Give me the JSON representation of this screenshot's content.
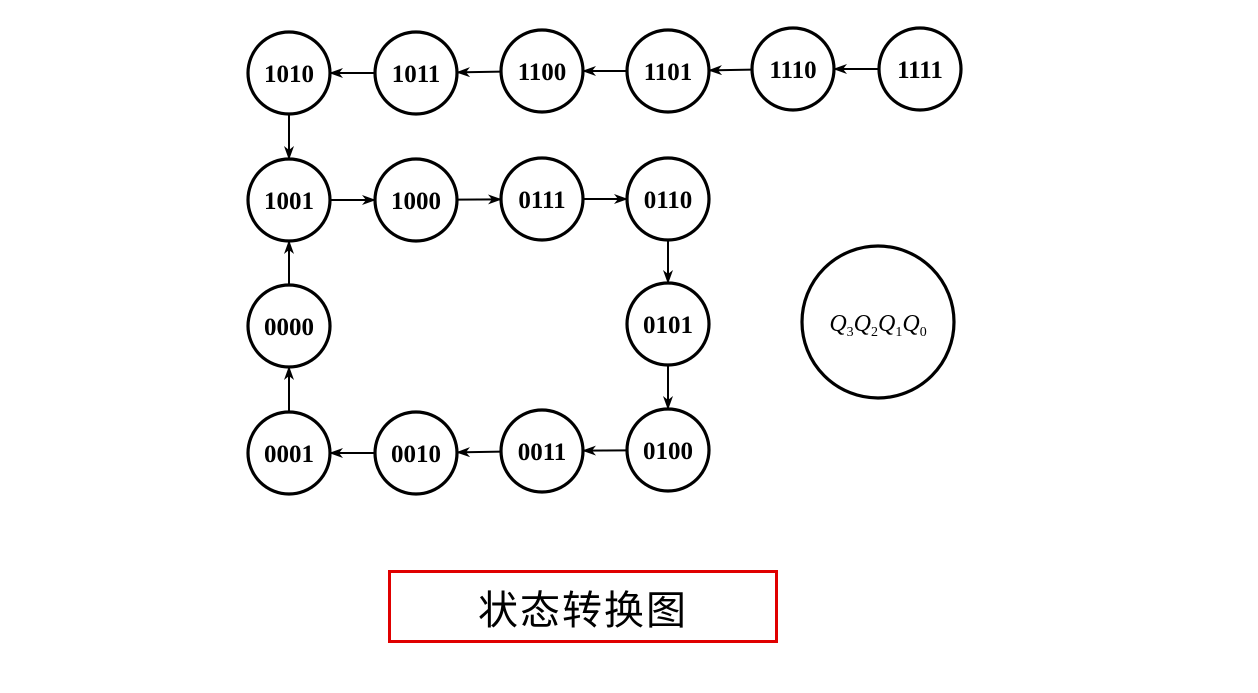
{
  "diagram": {
    "states": [
      {
        "id": "s1010",
        "label": "1010"
      },
      {
        "id": "s1011",
        "label": "1011"
      },
      {
        "id": "s1100",
        "label": "1100"
      },
      {
        "id": "s1101",
        "label": "1101"
      },
      {
        "id": "s1110",
        "label": "1110"
      },
      {
        "id": "s1111",
        "label": "1111"
      },
      {
        "id": "s1001",
        "label": "1001"
      },
      {
        "id": "s1000",
        "label": "1000"
      },
      {
        "id": "s0111",
        "label": "0111"
      },
      {
        "id": "s0110",
        "label": "0110"
      },
      {
        "id": "s0000",
        "label": "0000"
      },
      {
        "id": "s0101",
        "label": "0101"
      },
      {
        "id": "s0001",
        "label": "0001"
      },
      {
        "id": "s0010",
        "label": "0010"
      },
      {
        "id": "s0011",
        "label": "0011"
      },
      {
        "id": "s0100",
        "label": "0100"
      }
    ],
    "transitions": [
      {
        "from": "s1111",
        "to": "s1110"
      },
      {
        "from": "s1110",
        "to": "s1101"
      },
      {
        "from": "s1101",
        "to": "s1100"
      },
      {
        "from": "s1100",
        "to": "s1011"
      },
      {
        "from": "s1011",
        "to": "s1010"
      },
      {
        "from": "s1010",
        "to": "s1001"
      },
      {
        "from": "s1001",
        "to": "s1000"
      },
      {
        "from": "s1000",
        "to": "s0111"
      },
      {
        "from": "s0111",
        "to": "s0110"
      },
      {
        "from": "s0110",
        "to": "s0101"
      },
      {
        "from": "s0101",
        "to": "s0100"
      },
      {
        "from": "s0100",
        "to": "s0011"
      },
      {
        "from": "s0011",
        "to": "s0010"
      },
      {
        "from": "s0010",
        "to": "s0001"
      },
      {
        "from": "s0001",
        "to": "s0000"
      },
      {
        "from": "s0000",
        "to": "s1001"
      }
    ],
    "legend": {
      "variables": [
        {
          "letter": "Q",
          "sub": "3"
        },
        {
          "letter": "Q",
          "sub": "2"
        },
        {
          "letter": "Q",
          "sub": "1"
        },
        {
          "letter": "Q",
          "sub": "0"
        }
      ]
    }
  },
  "caption": {
    "text": "状态转换图",
    "border_color": "#e00000"
  }
}
